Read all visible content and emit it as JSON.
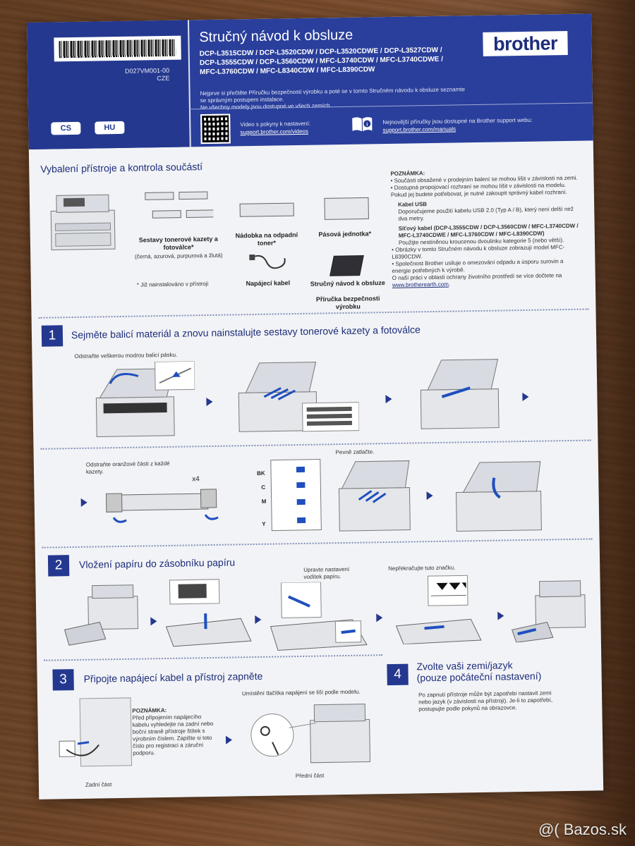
{
  "header": {
    "doc_code_line1": "D027VM001-00",
    "doc_code_line2": "CZE",
    "lang_cs": "CS",
    "lang_hu": "HU",
    "title": "Stručný návod k obsluze",
    "models_line1": "DCP-L3515CDW / DCP-L3520CDW / DCP-L3520CDWE / DCP-L3527CDW /",
    "models_line2": "DCP-L3555CDW / DCP-L3560CDW / MFC-L3740CDW / MFC-L3740CDWE /",
    "models_line3": "MFC-L3760CDW / MFC-L8340CDW / MFC-L8390CDW",
    "intro_line1": "Nejprve si přečtěte Příručku bezpečnosti výrobku a poté se v tomto Stručném návodu k obsluze seznamte",
    "intro_line2": "se správným postupem instalace.",
    "intro_line3": "Ne všechny modely jsou dostupné ve všech zemích.",
    "brand": "brother",
    "video_text": "Video s pokyny k nastavení:",
    "video_link": "support.brother.com/videos",
    "manual_text": "Nejnovější příručky jsou dostupné na Brother support webu:",
    "manual_link": "support.brother.com/manuals"
  },
  "unpack": {
    "title": "Vybalení přístroje a kontrola součástí",
    "toner_label": "Sestavy tonerové kazety a fotoválce*",
    "toner_sub": "(černá, azurová, purpurová a žlutá)",
    "waste_label": "Nádobka na odpadní toner*",
    "belt_label": "Pásová jednotka*",
    "power_label": "Napájecí kabel",
    "guide_label1": "Stručný návod k obsluze",
    "guide_label2": "Příručka bezpečnosti výrobku",
    "installed_note": "* Již nainstalováno v přístroji",
    "note_title": "POZNÁMKA:",
    "note1": "• Součásti obsažené v prodejním balení se mohou lišit v závislosti na zemi.",
    "note2": "• Dostupná propojovací rozhraní se mohou lišit v závislosti na modelu. Pokud jej budete potřebovat, je nutné zakoupit správný kabel rozhraní.",
    "usb_title": "Kabel USB",
    "usb_text": "Doporučujeme použití kabelu USB 2.0 (Typ A / B), který není delší než dva metry.",
    "net_title": "Síťový kabel (DCP-L3555CDW / DCP-L3560CDW / MFC-L3740CDW / MFC-L3740CDWE / MFC-L3760CDW / MFC-L8390CDW)",
    "net_text": "Použijte nestíněnou kroucenou dvoulinku kategorie 5 (nebo větší).",
    "note3": "• Obrázky v tomto Stručném návodu k obsluze zobrazují model MFC-L8390CDW.",
    "note4": "• Společnost Brother usiluje o omezování odpadu a úsporu surovin a energie potřebných k výrobě.",
    "note5": "O naší práci v oblasti ochrany životního prostředí se více dočtete na",
    "note5_link": "www.brotherearth.com",
    "note5_end": "."
  },
  "step1": {
    "num": "1",
    "title": "Sejměte balicí materiál a znovu nainstalujte sestavy tonerové kazety a fotoválce",
    "tape_note": "Odstraňte veškerou modrou balicí pásku.",
    "orange_note": "Odstraňte oranžové části z každé kazety.",
    "x4": "x4",
    "push_note": "Pevně zatlačte.",
    "bk": "BK",
    "c": "C",
    "m": "M",
    "y": "Y"
  },
  "step2": {
    "num": "2",
    "title": "Vložení papíru do zásobníku papíru",
    "guides_note": "Upravte nastavení vodítek papíru.",
    "mark_note": "Nepřekračujte tuto značku."
  },
  "step3": {
    "num": "3",
    "title": "Připojte napájecí kabel a přístroj zapněte",
    "button_note": "Umístění tlačítka napájení se liší podle modelu.",
    "note_title": "POZNÁMKA:",
    "note_text": "Před připojením napájecího kabelu vyhledejte na zadní nebo boční straně přístroje štítek s výrobním číslem. Zapište si toto číslo pro registraci a záruční podporu.",
    "back_label": "Zadní část",
    "front_label": "Přední část"
  },
  "step4": {
    "num": "4",
    "title_line1": "Zvolte vaši zemi/jazyk",
    "title_line2": "(pouze počáteční nastavení)",
    "text": "Po zapnutí přístroje může být zapotřebí nastavit zemi nebo jazyk (v závislosti na přístroji). Je-li to zapotřebí, postupujte podle pokynů na obrazovce."
  },
  "watermark": "@( Bazos.sk",
  "colors": {
    "brand_blue": "#24388f",
    "paper": "#f2f3f6"
  }
}
